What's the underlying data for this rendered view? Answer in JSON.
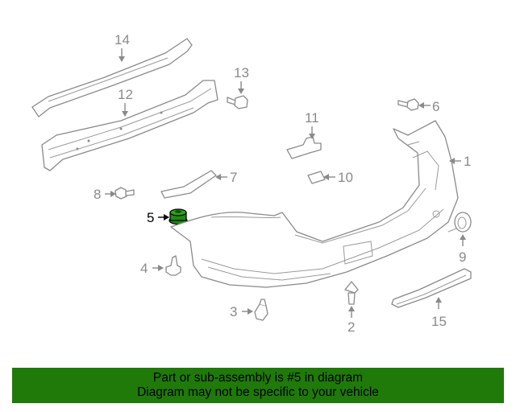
{
  "callouts": {
    "c1": "1",
    "c2": "2",
    "c3": "3",
    "c4": "4",
    "c5": "5",
    "c6": "6",
    "c7": "7",
    "c8": "8",
    "c9": "9",
    "c10": "10",
    "c11": "11",
    "c12": "12",
    "c13": "13",
    "c14": "14",
    "c15": "15"
  },
  "highlight_part": "5",
  "colors": {
    "banner": "#1f7a0a",
    "highlight_part": "#1f8a12",
    "line": "#8a8a8a"
  },
  "banner": {
    "line1": "Part or sub-assembly is #5 in diagram",
    "line2": "Diagram may not be specific to your vehicle"
  }
}
